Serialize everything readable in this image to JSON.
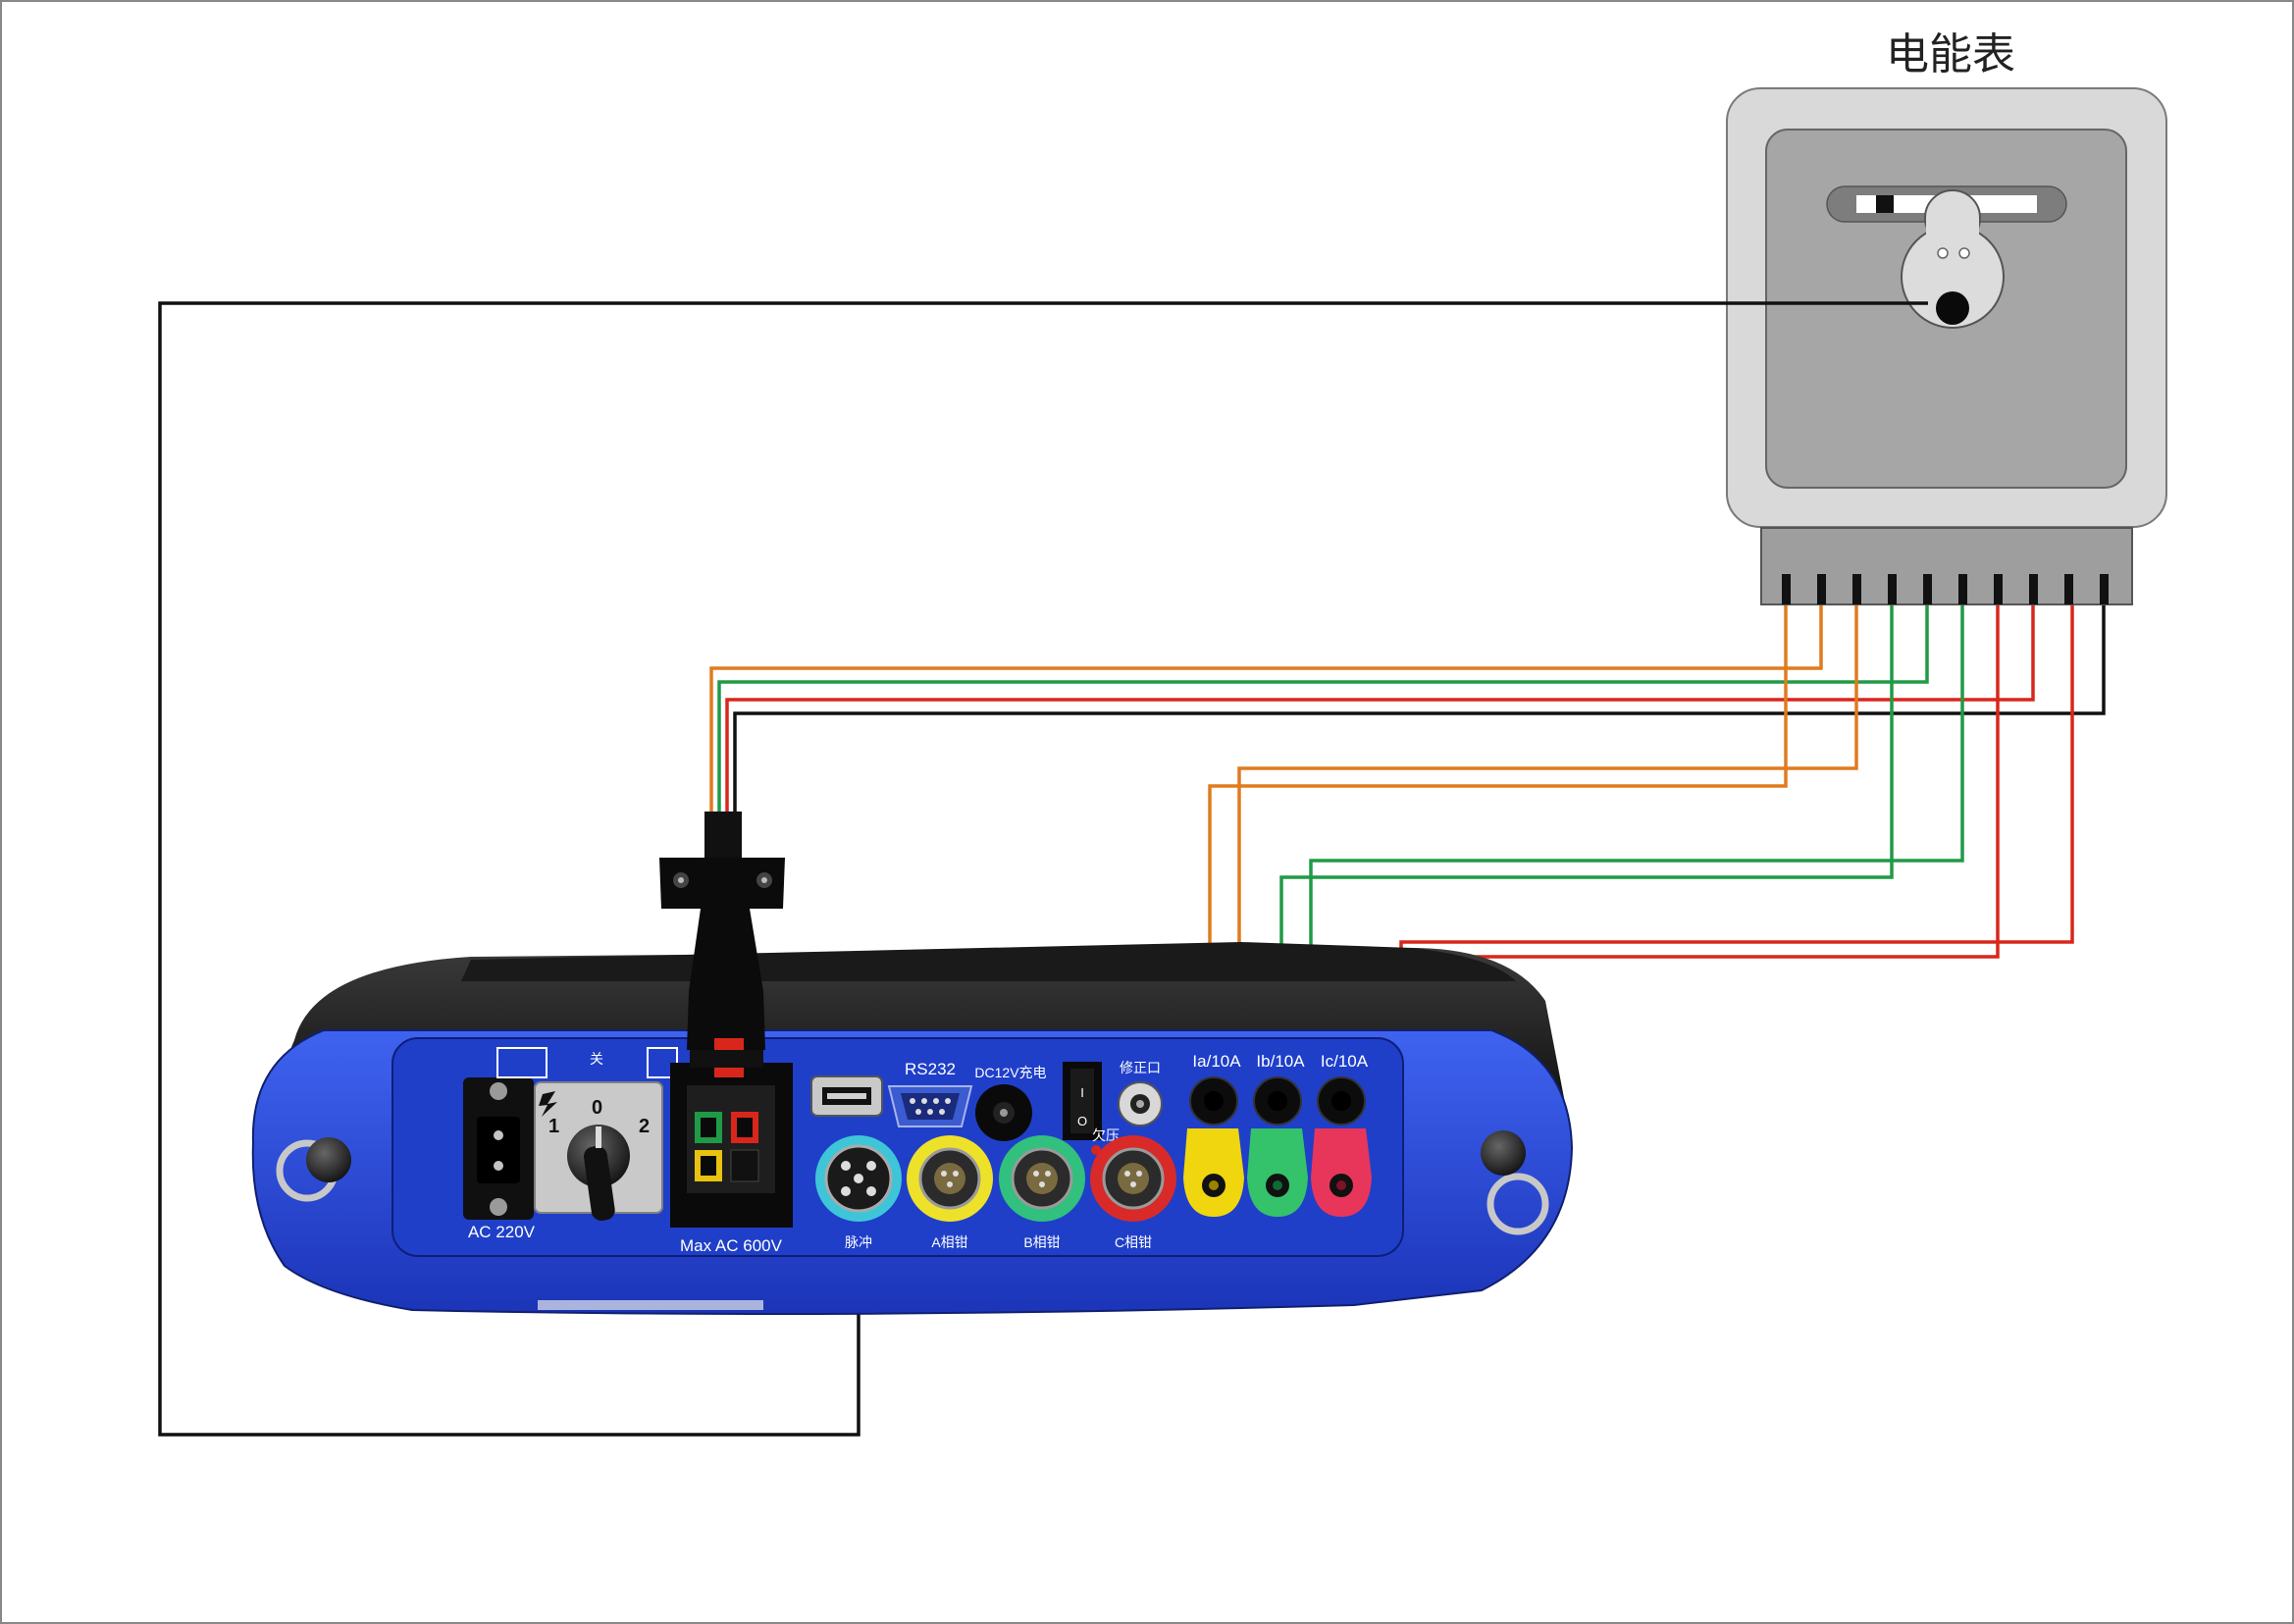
{
  "meter": {
    "title": "电能表"
  },
  "panel": {
    "ac_input_label": "AC 220V",
    "switch_label_off": "关",
    "switch_positions": [
      "1",
      "0",
      "2"
    ],
    "voltage_connector_label": "Max AC 600V",
    "rs232_label": "RS232",
    "dc_label": "DC12V充电",
    "calibration_label": "修正口",
    "undervoltage_label": "欠压",
    "current_labels": [
      "Ia/10A",
      "Ib/10A",
      "Ic/10A"
    ],
    "pulse_label": "脉冲",
    "clamp_labels": [
      "A相钳",
      "B相钳",
      "C相钳"
    ]
  },
  "colors": {
    "wire_orange": "#e07b1f",
    "wire_green": "#1f9a46",
    "wire_red": "#d9261c",
    "wire_black": "#111111",
    "panel_blue": "#1f3fc9",
    "device_blue": "#2b4fe0"
  }
}
